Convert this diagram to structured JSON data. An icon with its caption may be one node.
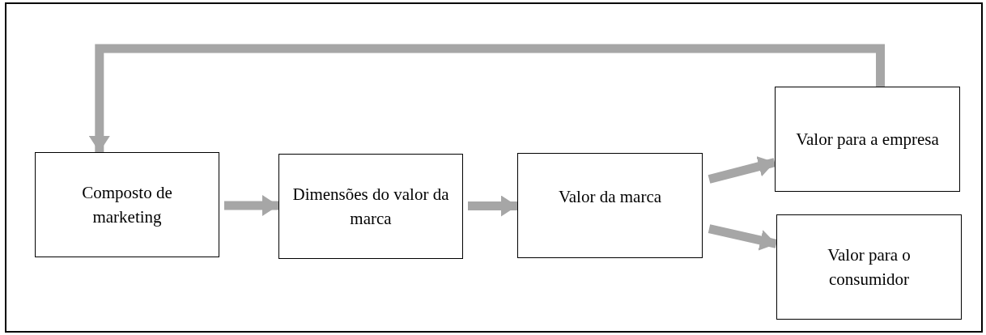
{
  "diagram": {
    "nodes": [
      {
        "text": [
          "Composto de marketing"
        ]
      },
      {
        "text": [
          "Dimensões do valor da marca"
        ]
      },
      {
        "text": [
          "Valor da marca"
        ]
      },
      {
        "text": [
          "Valor para a empresa"
        ]
      },
      {
        "text": [
          "Valor para o consumidor"
        ]
      }
    ],
    "edges": [
      {
        "from": 0,
        "to": 1,
        "arrow": "to"
      },
      {
        "from": 1,
        "to": 2,
        "arrow": "to"
      },
      {
        "from": 2,
        "to": 3,
        "arrow": "to"
      },
      {
        "from": 2,
        "to": 4,
        "arrow": "to"
      },
      {
        "from": 3,
        "to": 0,
        "arrow": "to"
      }
    ]
  }
}
